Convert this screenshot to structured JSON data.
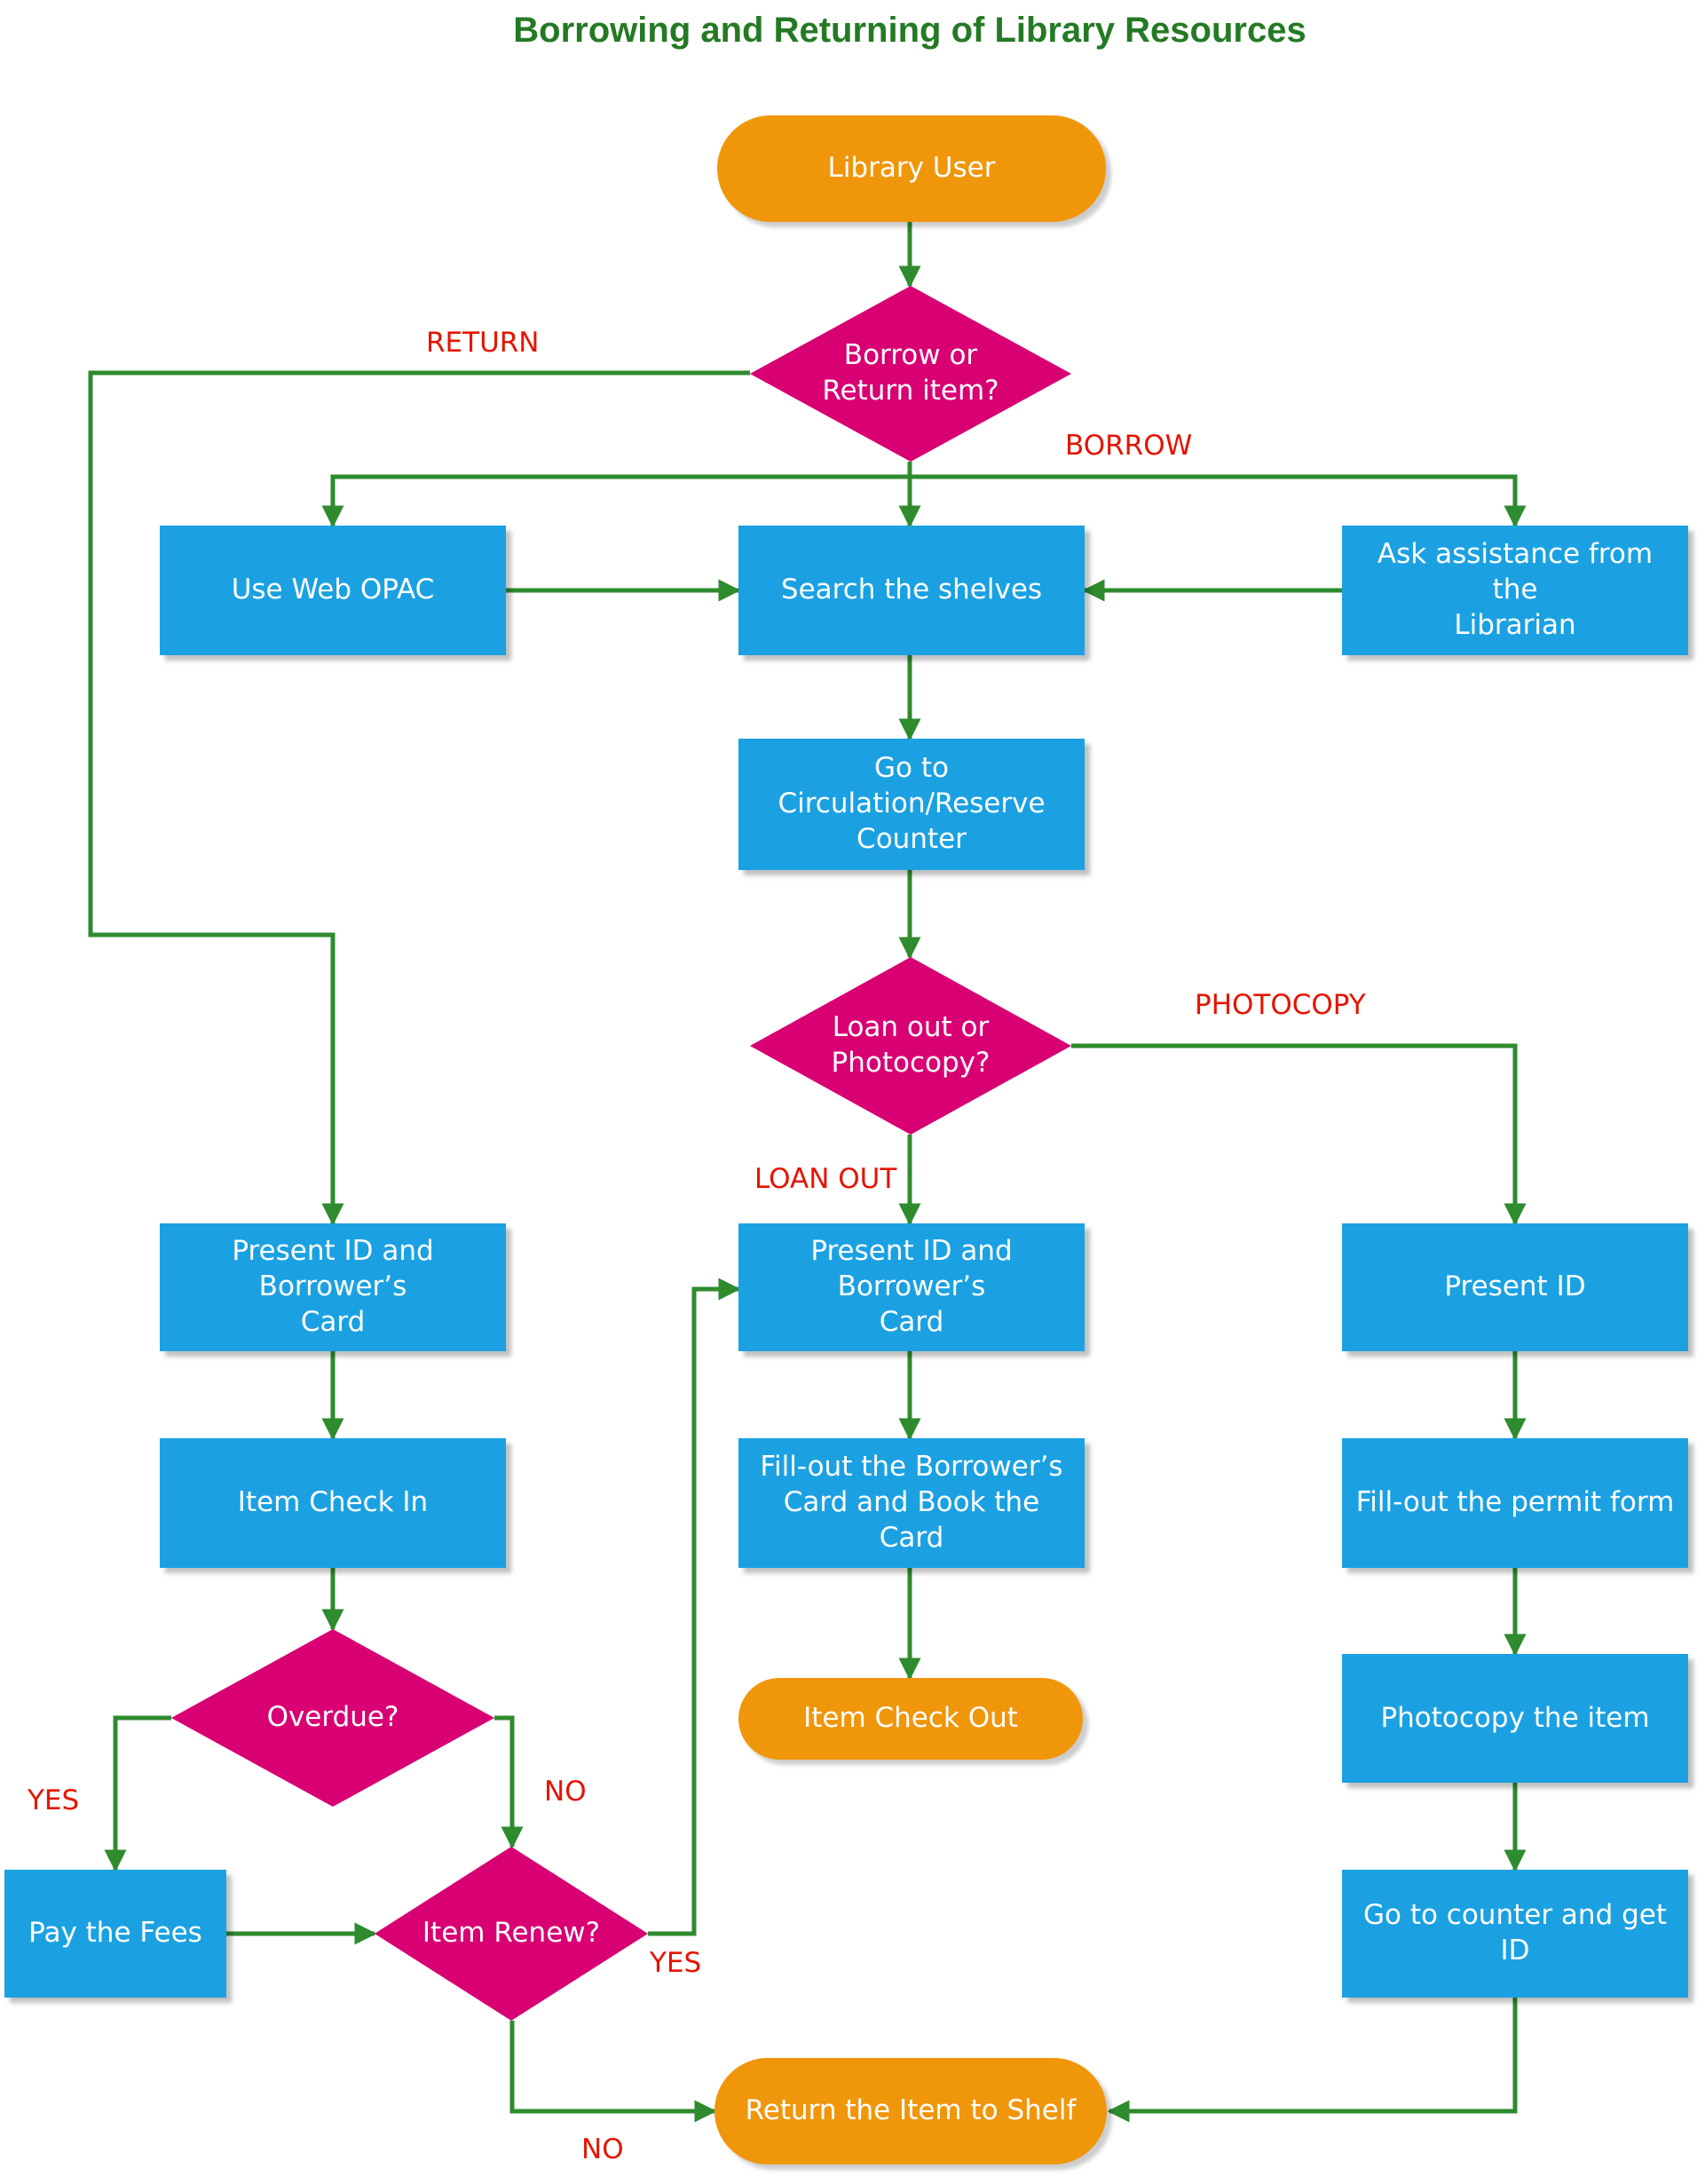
{
  "title": "Borrowing and Returning of Library Resources",
  "colors": {
    "title": "#247a24",
    "process": "#1ba1e2",
    "decision": "#d80073",
    "terminal": "#f0960b",
    "connector": "#2e8b2e",
    "edge_label": "#e51400"
  },
  "nodes": {
    "library_user": "Library User",
    "borrow_or_return": "Borrow or\nReturn item?",
    "use_web_opac": "Use Web OPAC",
    "search_shelves": "Search the shelves",
    "ask_librarian": "Ask assistance from the\nLibrarian",
    "go_circulation": "Go to Circulation/Reserve\nCounter",
    "loan_or_photocopy": "Loan out or\nPhotocopy?",
    "present_id_card_return": "Present ID and Borrower’s\nCard",
    "present_id_card_loan": "Present ID and Borrower’s\nCard",
    "present_id": "Present ID",
    "item_check_in": "Item Check In",
    "fill_borrowers_card": "Fill-out the Borrower’s\nCard and Book the Card",
    "fill_permit_form": "Fill-out the permit form",
    "overdue": "Overdue?",
    "item_check_out": "Item Check Out",
    "photocopy_item": "Photocopy the item",
    "pay_fees": "Pay the Fees",
    "item_renew": "Item Renew?",
    "go_counter_get_id": "Go to counter and get ID",
    "return_to_shelf": "Return the Item to Shelf"
  },
  "edge_labels": {
    "return": "RETURN",
    "borrow": "BORROW",
    "photocopy": "PHOTOCOPY",
    "loan_out": "LOAN OUT",
    "overdue_yes": "YES",
    "overdue_no": "NO",
    "renew_yes": "YES",
    "renew_no": "NO"
  }
}
